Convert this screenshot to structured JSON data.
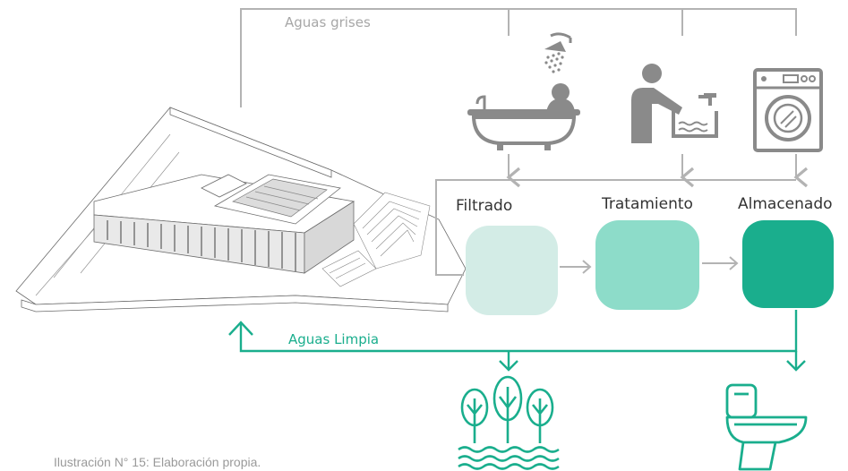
{
  "labels": {
    "grey_water": "Aguas grises",
    "clean_water": "Aguas Limpia",
    "caption": "Ilustración N° 15: Elaboración propia."
  },
  "stages": [
    {
      "name": "Filtrado",
      "color": "#d3ece6"
    },
    {
      "name": "Tratamiento",
      "color": "#8ddcc9"
    },
    {
      "name": "Almacenado",
      "color": "#1aae8d"
    }
  ],
  "sources": [
    {
      "icon": "bathtub-shower-icon"
    },
    {
      "icon": "person-washing-hands-icon"
    },
    {
      "icon": "washing-machine-icon"
    }
  ],
  "outputs": [
    {
      "icon": "trees-irrigation-icon"
    },
    {
      "icon": "toilet-icon"
    }
  ],
  "colors": {
    "grey_line": "#b3b3b3",
    "clean_line": "#1aae8d",
    "icon_grey": "#8a8a8a",
    "icon_green": "#1aae8d"
  }
}
